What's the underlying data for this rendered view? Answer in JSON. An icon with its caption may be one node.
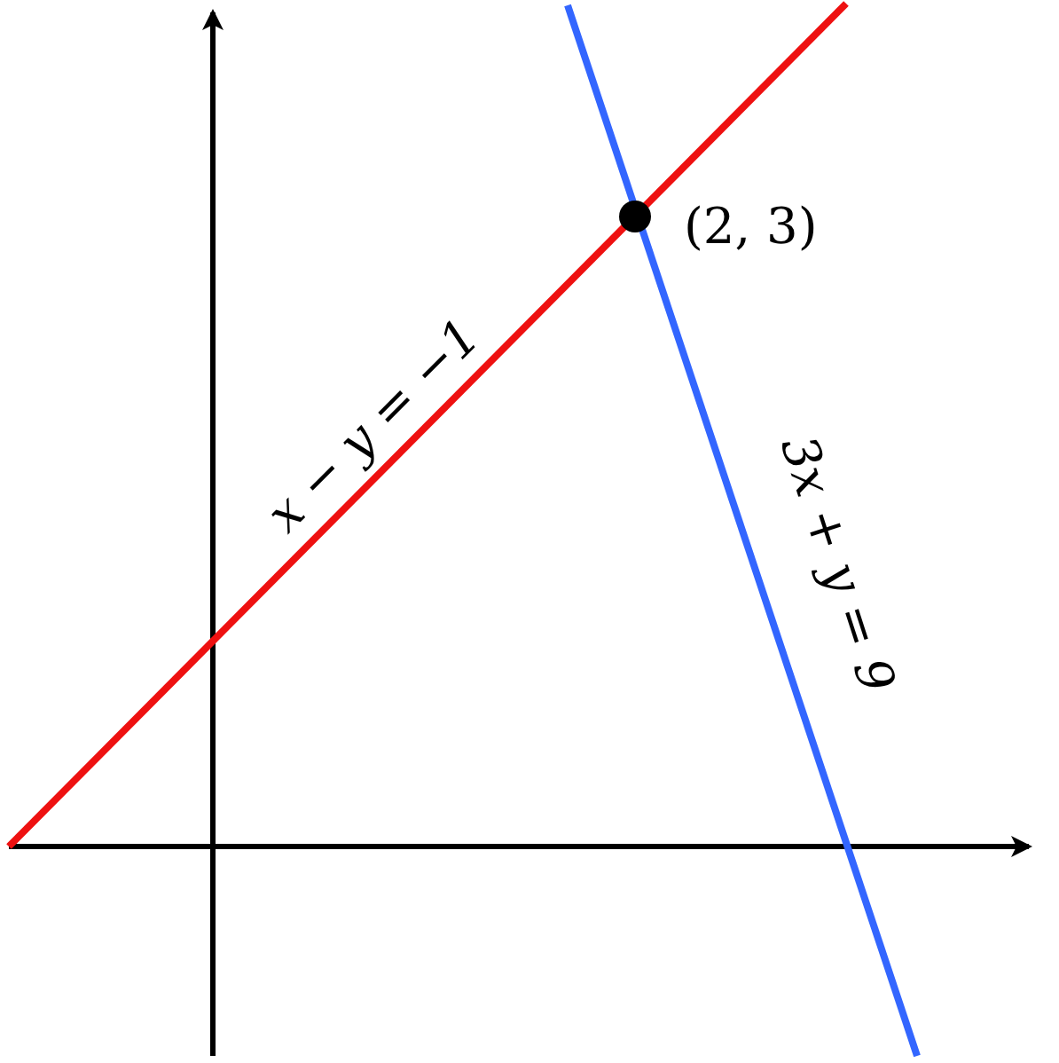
{
  "diagram": {
    "labels": [
      "(2, 3)",
      "x − y = −1",
      "3x + y = 9"
    ]
  }
}
